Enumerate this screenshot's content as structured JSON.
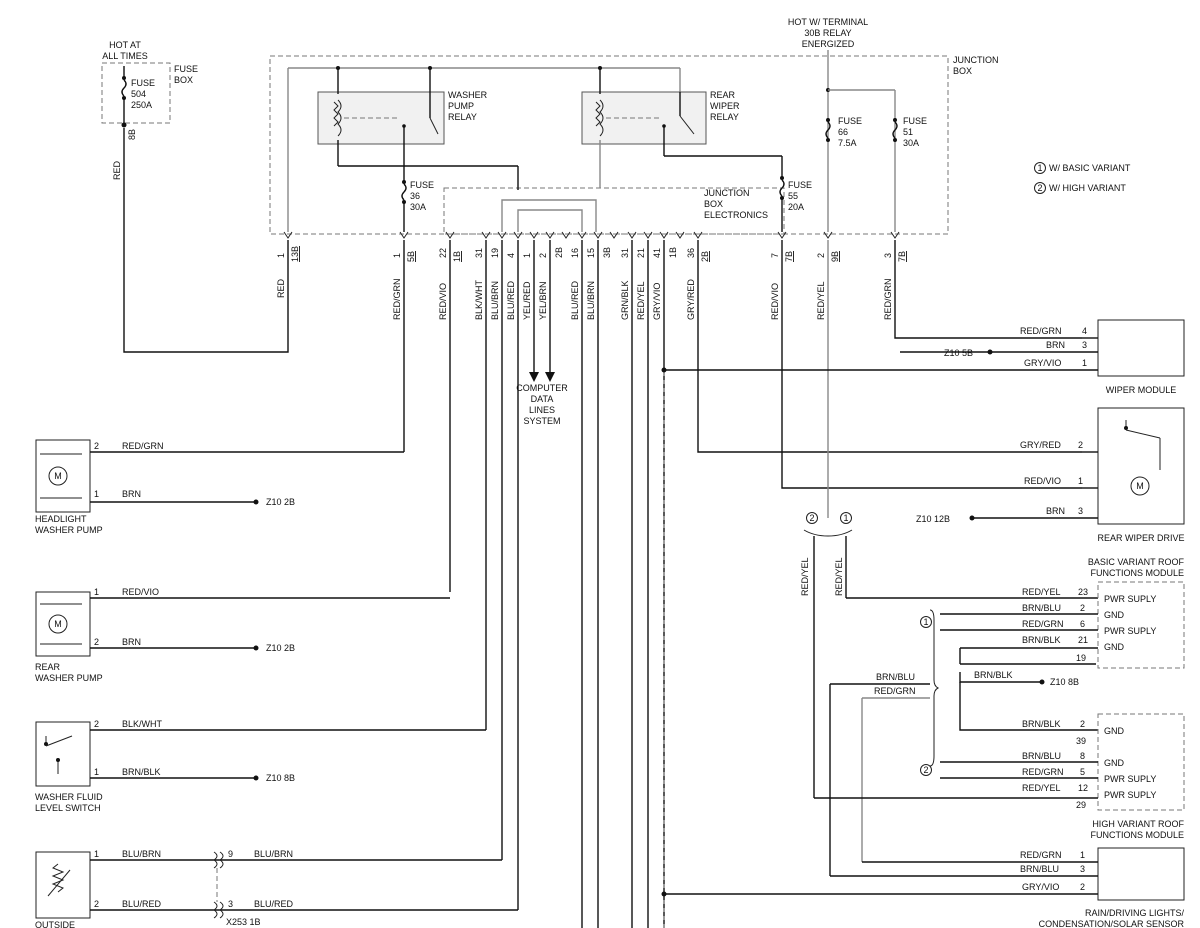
{
  "title_block": {
    "hot_terminal": [
      "HOT W/ TERMINAL",
      "30B RELAY",
      "ENERGIZED"
    ],
    "hot_at_all_times": [
      "HOT AT",
      "ALL TIMES"
    ],
    "fuse_box": [
      "FUSE",
      "BOX"
    ],
    "fuse_504": [
      "FUSE",
      "504",
      "250A"
    ],
    "junction_box": [
      "JUNCTION",
      "BOX"
    ],
    "junction_box_electronics": [
      "JUNCTION",
      "BOX",
      "ELECTRONICS"
    ]
  },
  "relays": {
    "washer_pump_relay": [
      "WASHER",
      "PUMP",
      "RELAY"
    ],
    "rear_wiper_relay": [
      "REAR",
      "WIPER",
      "RELAY"
    ]
  },
  "fuses": {
    "fuse_66": [
      "FUSE",
      "66",
      "7.5A"
    ],
    "fuse_51": [
      "FUSE",
      "51",
      "30A"
    ],
    "fuse_36": [
      "FUSE",
      "36",
      "30A"
    ],
    "fuse_55": [
      "FUSE",
      "55",
      "20A"
    ]
  },
  "legend": {
    "basic": "W/ BASIC VARIANT",
    "high": "W/ HIGH VARIANT",
    "n1": "1",
    "n2": "2"
  },
  "connectors": {
    "c1": {
      "pin": "1",
      "conn": "13B",
      "wire": "RED"
    },
    "c2": {
      "pin": "1",
      "conn": "5B",
      "wire": "RED/GRN"
    },
    "c3": {
      "pin": "22",
      "conn": "1B",
      "wire": "RED/VIO"
    },
    "c4": {
      "pin": "31",
      "wire": "BLK/WHT"
    },
    "c5": {
      "pin": "19",
      "wire": "BLU/BRN"
    },
    "c6": {
      "pin": "4",
      "wire": "BLU/RED"
    },
    "c7": {
      "pin": "1",
      "wire": "YEL/RED"
    },
    "c8": {
      "pin": "2",
      "wire": "YEL/BRN"
    },
    "c9": {
      "pin": "2B"
    },
    "c10": {
      "pin": "16",
      "wire": "BLU/RED"
    },
    "c11": {
      "pin": "15",
      "wire": "BLU/BRN"
    },
    "c12": {
      "pin": "3B"
    },
    "c13": {
      "pin": "31",
      "wire": "GRN/BLK"
    },
    "c14": {
      "pin": "21",
      "wire": "RED/YEL"
    },
    "c15": {
      "pin": "41",
      "wire": "GRY/VIO"
    },
    "c16": {
      "pin": "1B"
    },
    "c17": {
      "pin": "36",
      "conn": "2B",
      "wire": "GRY/RED"
    },
    "c18": {
      "pin": "7",
      "conn": "7B",
      "wire": "RED/VIO"
    },
    "c19": {
      "pin": "2",
      "conn": "9B",
      "wire": "RED/YEL"
    },
    "c20": {
      "pin": "3",
      "conn": "7B",
      "wire": "RED/GRN"
    }
  },
  "fuse504_pin": "8B",
  "fuse504_wire": "RED",
  "computer_data": [
    "COMPUTER",
    "DATA",
    "LINES",
    "SYSTEM"
  ],
  "headlight_washer_pump": {
    "name": [
      "HEADLIGHT",
      "WASHER PUMP"
    ],
    "pin2": "2",
    "w2": "RED/GRN",
    "pin1": "1",
    "w1": "BRN",
    "ground": "Z10 2B",
    "m": "M"
  },
  "rear_washer_pump": {
    "name": [
      "REAR",
      "WASHER PUMP"
    ],
    "pin1": "1",
    "w1": "RED/VIO",
    "pin2": "2",
    "w2": "BRN",
    "ground": "Z10 2B",
    "m": "M"
  },
  "washer_fluid_switch": {
    "name": [
      "WASHER FLUID",
      "LEVEL SWITCH"
    ],
    "pin2": "2",
    "w2": "BLK/WHT",
    "pin1": "1",
    "w1": "BRN/BLK",
    "ground": "Z10 8B"
  },
  "outside_sensor": {
    "name": "OUTSIDE",
    "pin1": "1",
    "w1": "BLU/BRN",
    "pin2": "2",
    "w2": "BLU/RED",
    "c9": "9",
    "w9": "BLU/BRN",
    "c3": "3",
    "w3": "BLU/RED",
    "connector": "X253 1B"
  },
  "wiper_module": {
    "name": "WIPER MODULE",
    "rows": [
      {
        "wire": "RED/GRN",
        "pin": "4"
      },
      {
        "wire": "BRN",
        "pin": "3"
      },
      {
        "wire": "GRY/VIO",
        "pin": "1"
      }
    ],
    "ground": "Z10 5B"
  },
  "rear_wiper_drive": {
    "name": "REAR WIPER DRIVE",
    "rows": [
      {
        "wire": "GRY/RED",
        "pin": "2"
      },
      {
        "wire": "RED/VIO",
        "pin": "1"
      },
      {
        "wire": "BRN",
        "pin": "3"
      }
    ],
    "ground": "Z10 12B",
    "m": "M"
  },
  "variant_split": {
    "v2": "2",
    "v1": "1",
    "wire_a": "RED/YEL",
    "wire_b": "RED/YEL"
  },
  "basic_roof": {
    "name": [
      "BASIC VARIANT ROOF",
      "FUNCTIONS MODULE"
    ],
    "rows": [
      {
        "wire": "RED/YEL",
        "pin": "23",
        "fn": "PWR SUPLY"
      },
      {
        "wire": "BRN/BLU",
        "pin": "2",
        "fn": "GND"
      },
      {
        "wire": "RED/GRN",
        "pin": "6",
        "fn": "PWR SUPLY"
      },
      {
        "wire": "BRN/BLK",
        "pin": "21",
        "fn": "GND"
      }
    ],
    "pin19": "19",
    "marker": "1"
  },
  "ground_splice": {
    "brn_blu": "BRN/BLU",
    "red_grn": "RED/GRN",
    "brn_blk": "BRN/BLK",
    "ground": "Z10 8B"
  },
  "high_roof": {
    "name": [
      "HIGH VARIANT ROOF",
      "FUNCTIONS MODULE"
    ],
    "rows": [
      {
        "wire": "BRN/BLK",
        "pin": "2",
        "fn": "GND"
      },
      {
        "wire": "BRN/BLU",
        "pin": "8",
        "fn": "GND"
      },
      {
        "wire": "RED/GRN",
        "pin": "5",
        "fn": "PWR SUPLY"
      },
      {
        "wire": "RED/YEL",
        "pin": "12",
        "fn": "PWR SUPLY"
      }
    ],
    "pin39": "39",
    "pin29": "29",
    "marker": "2"
  },
  "rain_sensor": {
    "name": [
      "RAIN/DRIVING LIGHTS/",
      "CONDENSATION/SOLAR SENSOR"
    ],
    "rows": [
      {
        "wire": "RED/GRN",
        "pin": "1"
      },
      {
        "wire": "BRN/BLU",
        "pin": "3"
      },
      {
        "wire": "GRY/VIO",
        "pin": "2"
      }
    ]
  }
}
